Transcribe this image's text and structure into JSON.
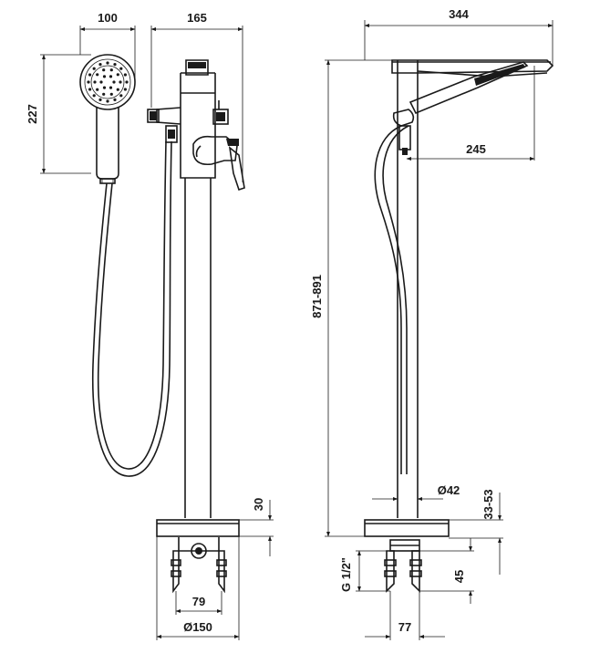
{
  "dimensions": {
    "handshower_width": "100",
    "spout_reach": "165",
    "handshower_height": "227",
    "total_depth": "344",
    "handle_offset": "245",
    "overall_height": "871-891",
    "pipe_diameter": "Ø42",
    "base_plate_height": "30",
    "base_clearance": "33-53",
    "connection_thread": "G 1/2\"",
    "bracket_height": "45",
    "bracket_spacing_front": "79",
    "base_diameter": "Ø150",
    "bracket_spacing_side": "77"
  }
}
